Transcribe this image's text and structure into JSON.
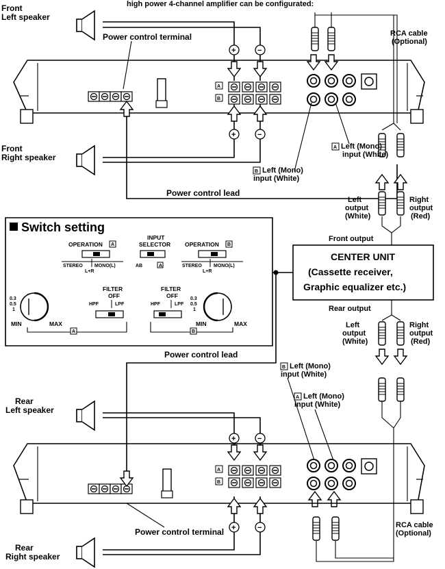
{
  "header": {
    "text": "high power 4-channel amplifier can be configurated:"
  },
  "labels": {
    "front_left": [
      "Front",
      "Left speaker"
    ],
    "front_right": [
      "Front",
      "Right speaker"
    ],
    "rear_left": [
      "Rear",
      "Left speaker"
    ],
    "rear_right": [
      "Rear",
      "Right speaker"
    ],
    "power_control_terminal_top": "Power control terminal",
    "power_control_terminal_bottom": "Power control terminal",
    "power_control_lead_top": "Power control lead",
    "power_control_lead_bottom": "Power control lead",
    "rca_cable_top": [
      "RCA cable",
      "(Optional)"
    ],
    "rca_cable_bottom": [
      "RCA cable",
      "(Optional)"
    ],
    "a_left_input_top": [
      "Left (Mono)",
      "input (White)"
    ],
    "b_left_input_top": [
      "Left (Mono)",
      "input (White)"
    ],
    "a_left_input_bottom": [
      "Left (Mono)",
      "input (White)"
    ],
    "b_left_input_bottom": [
      "Left (Mono)",
      "input (White)"
    ],
    "left_output_front": [
      "Left",
      "output",
      "(White)"
    ],
    "right_output_front": [
      "Right",
      "output",
      "(Red)"
    ],
    "left_output_rear": [
      "Left",
      "output",
      "(White)"
    ],
    "right_output_rear": [
      "Right",
      "output",
      "(Red)"
    ],
    "front_output": "Front output",
    "rear_output": "Rear output",
    "center_unit": [
      "CENTER UNIT",
      "(Cassette receiver,",
      "Graphic equalizer etc.)"
    ],
    "plus": "+",
    "minus": "−",
    "badge_a": "A",
    "badge_b": "B"
  },
  "switch_setting": {
    "title": "Switch setting",
    "operation_a": "OPERATION",
    "operation_b": "OPERATION",
    "input_selector": [
      "INPUT",
      "SELECTOR"
    ],
    "stereo": "STEREO",
    "mono_l": "MONO(L)",
    "l_plus_r": "L+R",
    "ab": "AB",
    "filter_off": [
      "FILTER",
      "OFF"
    ],
    "hpf": "HPF",
    "lpf": "LPF",
    "min": "MIN",
    "max": "MAX",
    "knob_scale": [
      "0.3",
      "0.5",
      "1"
    ]
  }
}
